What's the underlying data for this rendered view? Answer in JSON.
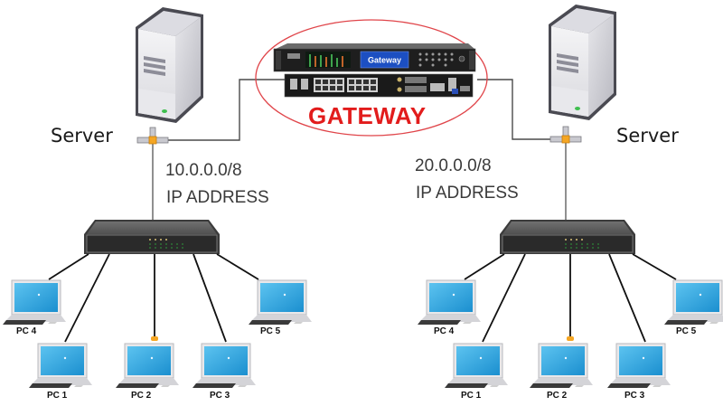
{
  "diagram": {
    "title": "Gateway connecting two IP networks",
    "gateway": {
      "label": "GATEWAY",
      "screen_text": "Gateway",
      "highlight_color": "#e21c1c",
      "icon": "gateway-device-icon"
    },
    "networks": [
      {
        "side": "left",
        "server_label": "Server",
        "ip": "10.0.0.0/8",
        "ip_caption": "IP ADDRESS",
        "switch_icon": "network-switch-icon",
        "pcs": [
          "PC 4",
          "PC 1",
          "PC 2",
          "PC 3",
          "PC 5"
        ]
      },
      {
        "side": "right",
        "server_label": "Server",
        "ip": "20.0.0.0/8",
        "ip_caption": "IP ADDRESS",
        "switch_icon": "network-switch-icon",
        "pcs": [
          "PC 4",
          "PC 1",
          "PC 2",
          "PC 3",
          "PC 5"
        ]
      }
    ],
    "colors": {
      "laptop_screen": "#2ea3de",
      "connector": "#f5a623",
      "cable": "#111111",
      "switch_body": "#5a5a5a"
    }
  }
}
